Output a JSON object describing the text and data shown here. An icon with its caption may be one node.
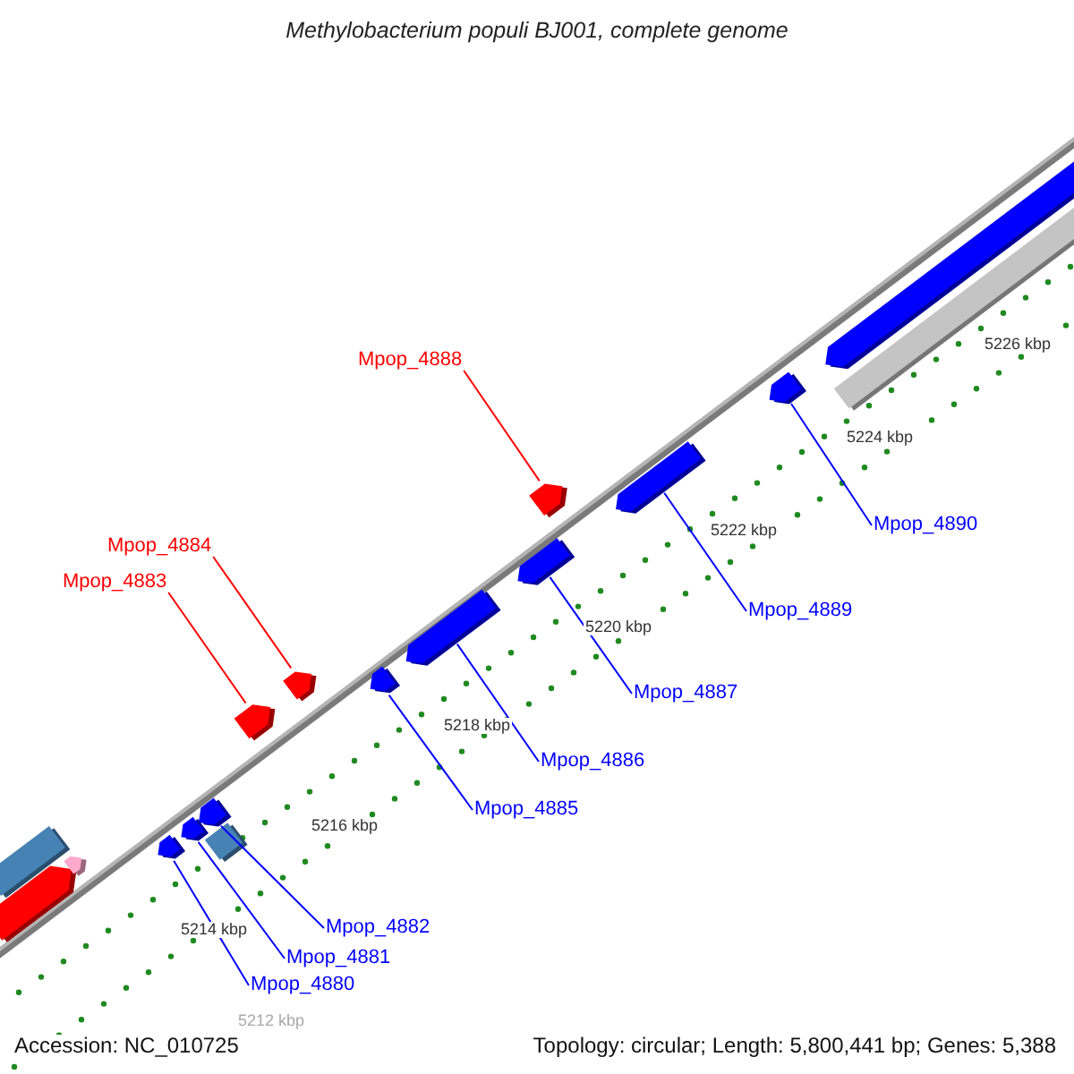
{
  "diagram": {
    "title": "Methylobacterium populi BJ001, complete genome",
    "nodes": [
      {
        "text": [
          "Mpop_4888"
        ]
      },
      {
        "text": [],
        "shape": "arrow"
      },
      {
        "text": [
          "Mpop_4884"
        ]
      },
      {
        "text": [],
        "shape": "arrow"
      },
      {
        "text": [
          "Mpop_4883"
        ]
      },
      {
        "text": [],
        "shape": "arrow"
      },
      {
        "text": [
          "Mpop_4890"
        ]
      },
      {
        "text": [],
        "shape": "arrow"
      },
      {
        "text": [
          "Mpop_4889"
        ]
      },
      {
        "text": [],
        "shape": "arrow"
      },
      {
        "text": [
          "Mpop_4887"
        ]
      },
      {
        "text": [],
        "shape": "arrow"
      },
      {
        "text": [
          "Mpop_4886"
        ]
      },
      {
        "text": [],
        "shape": "arrow"
      },
      {
        "text": [
          "Mpop_4885"
        ]
      },
      {
        "text": [],
        "shape": "arrow"
      },
      {
        "text": [
          "Mpop_4882"
        ]
      },
      {
        "text": [],
        "shape": "arrow"
      },
      {
        "text": [
          "Mpop_4881"
        ]
      },
      {
        "text": [],
        "shape": "arrow"
      },
      {
        "text": [
          "Mpop_4880"
        ]
      },
      {
        "text": [],
        "shape": "arrow"
      },
      {
        "text": [],
        "shape": "arrow"
      },
      {
        "text": [],
        "shape": "bar"
      },
      {
        "text": [],
        "shape": "box"
      },
      {
        "text": [],
        "shape": "bar"
      },
      {
        "text": [],
        "shape": "arrow"
      },
      {
        "text": [],
        "shape": "arrow"
      }
    ],
    "edges": [
      {
        "from": 0,
        "to": 1,
        "arrow": "none",
        "color": "#ff0000"
      },
      {
        "from": 2,
        "to": 3,
        "arrow": "none",
        "color": "#ff0000"
      },
      {
        "from": 4,
        "to": 5,
        "arrow": "none",
        "color": "#ff0000"
      },
      {
        "from": 6,
        "to": 7,
        "arrow": "none"
      },
      {
        "from": 8,
        "to": 9,
        "arrow": "none"
      },
      {
        "from": 10,
        "to": 11,
        "arrow": "none"
      },
      {
        "from": 12,
        "to": 13,
        "arrow": "none"
      },
      {
        "from": 14,
        "to": 15,
        "arrow": "none"
      },
      {
        "from": 16,
        "to": 17,
        "arrow": "none"
      },
      {
        "from": 18,
        "to": 19,
        "arrow": "none"
      },
      {
        "from": 20,
        "to": 21,
        "arrow": "none"
      }
    ],
    "labels": [
      "5226 kbp",
      "5224 kbp",
      "5222 kbp",
      "5220 kbp",
      "5218 kbp",
      "5216 kbp",
      "5214 kbp",
      "5212 kbp",
      "Accession: NC_010725",
      "Topology: circular; Length: 5,800,441 bp; Genes: 5,388"
    ]
  }
}
